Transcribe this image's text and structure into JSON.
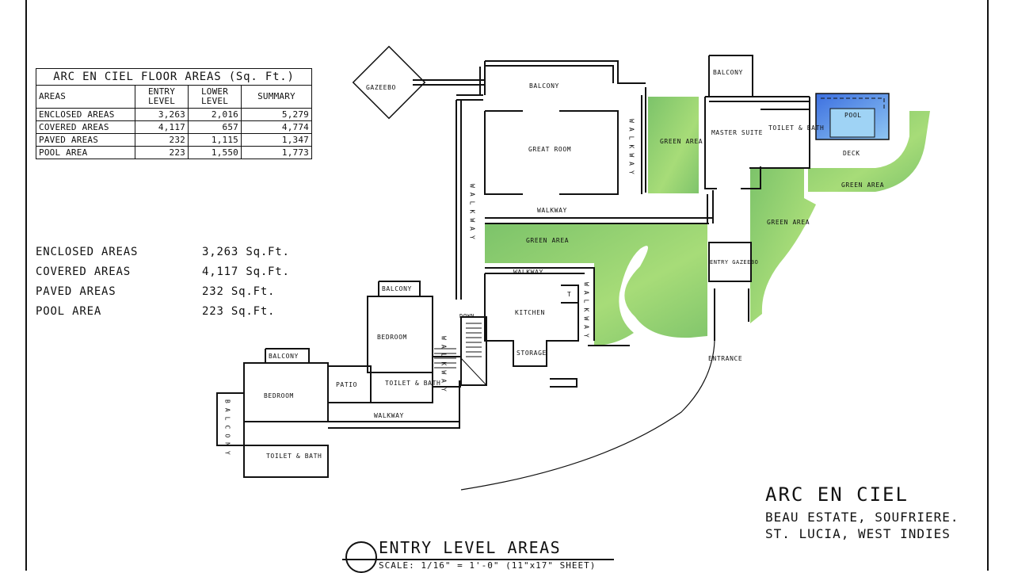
{
  "table": {
    "title": "ARC EN CIEL FLOOR AREAS (Sq. Ft.)",
    "headers": [
      "AREAS",
      "ENTRY LEVEL",
      "LOWER LEVEL",
      "SUMMARY"
    ],
    "rows": [
      {
        "area": "ENCLOSED AREAS",
        "entry": "3,263",
        "lower": "2,016",
        "summary": "5,279"
      },
      {
        "area": "COVERED AREAS",
        "entry": "4,117",
        "lower": "657",
        "summary": "4,774"
      },
      {
        "area": "PAVED AREAS",
        "entry": "232",
        "lower": "1,115",
        "summary": "1,347"
      },
      {
        "area": "POOL AREA",
        "entry": "223",
        "lower": "1,550",
        "summary": "1,773"
      }
    ]
  },
  "summary": [
    {
      "label": "ENCLOSED AREAS",
      "value": "3,263 Sq.Ft."
    },
    {
      "label": "COVERED AREAS",
      "value": "4,117 Sq.Ft."
    },
    {
      "label": "PAVED AREAS",
      "value": "232 Sq.Ft."
    },
    {
      "label": "POOL AREA",
      "value": "223 Sq.Ft."
    }
  ],
  "rooms": {
    "gazebo": "GAZEEBO",
    "balcony_top": "BALCONY",
    "great_room": "GREAT ROOM",
    "walkway_right": "W A L K W A Y",
    "walkway_left": "W A L K W A Y",
    "walkway_mid": "WALKWAY",
    "green_area_1": "GREEN AREA",
    "balcony_master": "BALCONY",
    "master_suite": "MASTER SUITE",
    "toilet_bath_master": "TOILET & BATH",
    "pool": "POOL",
    "deck": "DECK",
    "green_area_2": "GREEN AREA",
    "green_area_3": "GREEN AREA",
    "green_area_4": "GREEN AREA",
    "entry_gazebo": "ENTRY GAZEEBO",
    "walkway_kitchen": "WALKWAY",
    "walkway_kitchen_v": "W A L K W A Y",
    "kitchen": "KITCHEN",
    "t": "T",
    "storage": "STORAGE",
    "entrance": "ENTRANCE",
    "balcony_bed1": "BALCONY",
    "bedroom_1": "BEDROOM",
    "walkway_stair": "W A L K W A Y",
    "down": "DOWN",
    "toilet_bath_1": "TOILET & BATH",
    "patio": "PATIO",
    "balcony_bed2": "BALCONY",
    "bedroom_2": "BEDROOM",
    "balcony_side": "B A L C O N Y",
    "walkway_bottom": "WALKWAY",
    "toilet_bath_2": "TOILET & BATH"
  },
  "title_block": {
    "project": "ARC EN CIEL",
    "address_line1": "BEAU ESTATE, SOUFRIERE.",
    "address_line2": "ST. LUCIA, WEST INDIES"
  },
  "drawing": {
    "title": "ENTRY LEVEL AREAS",
    "scale": "SCALE: 1/16\" = 1'-0\" (11\"x17\" SHEET)"
  },
  "colors": {
    "green_area": "#8fcf6a",
    "pool": "#4a7fe0",
    "ink": "#111111"
  }
}
